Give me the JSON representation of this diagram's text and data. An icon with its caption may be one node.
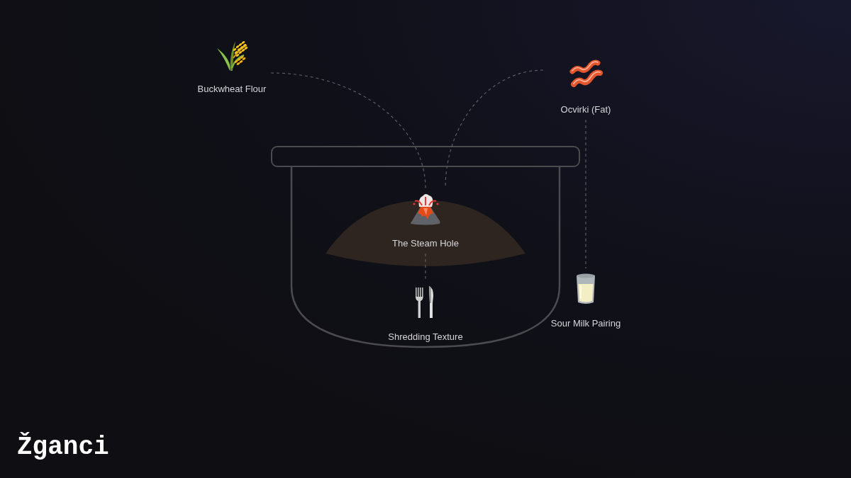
{
  "diagram": {
    "title": "Žganci",
    "nodes": [
      {
        "text": [
          "Buckwheat Flour"
        ]
      },
      {
        "text": [
          "Ocvirki (Fat)"
        ]
      },
      {
        "text": [
          "The Steam Hole"
        ]
      },
      {
        "text": [
          "Shredding Texture"
        ]
      },
      {
        "text": [
          "Sour Milk Pairing"
        ]
      }
    ],
    "edges": [
      {
        "from": 0,
        "to": 2,
        "arrow": "none",
        "style": "dashed"
      },
      {
        "from": 1,
        "to": 2,
        "arrow": "none",
        "style": "dashed"
      },
      {
        "from": 2,
        "to": 3,
        "arrow": "none",
        "style": "dashed"
      },
      {
        "from": 1,
        "to": 4,
        "arrow": "none",
        "style": "dashed"
      }
    ]
  }
}
